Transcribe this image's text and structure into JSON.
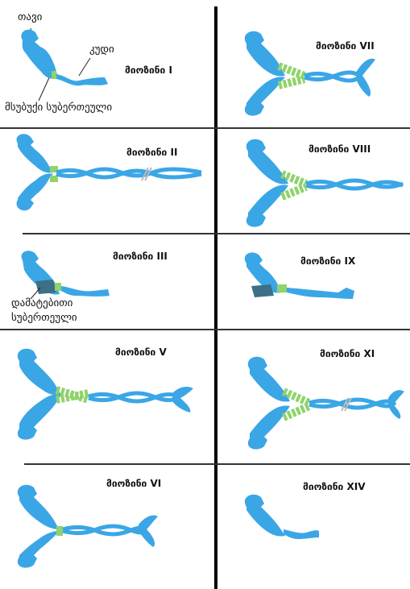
{
  "labels": {
    "head": "თავი",
    "tail": "კუდი",
    "light_subunit": "მსუბუქი სუბერთეული",
    "extra_subunit_line1": "დამატებითი",
    "extra_subunit_line2": "სუბერთეული"
  },
  "panels": [
    {
      "id": "I",
      "title": "მიოზინი I"
    },
    {
      "id": "II",
      "title": "მიოზინი II"
    },
    {
      "id": "III",
      "title": "მიოზინი III"
    },
    {
      "id": "V",
      "title": "მიოზინი V"
    },
    {
      "id": "VI",
      "title": "მიოზინი VI"
    },
    {
      "id": "VII",
      "title": "მიოზინი VII"
    },
    {
      "id": "VIII",
      "title": "მიოზინი VIII"
    },
    {
      "id": "IX",
      "title": "მიოზინი IX"
    },
    {
      "id": "XI",
      "title": "მიოზინი XI"
    },
    {
      "id": "XIV",
      "title": "მიოზინი XIV"
    }
  ],
  "colors": {
    "head": "#3aa6e6",
    "light_chain": "#8fd36a",
    "extra_subunit": "#3d6f86",
    "divider": "#000000"
  }
}
